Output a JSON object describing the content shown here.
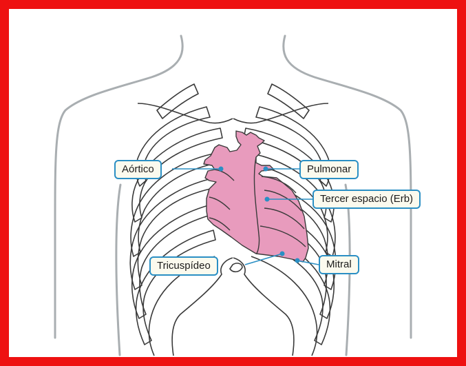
{
  "colors": {
    "frame": "#ee1111",
    "heart_fill": "#e89bbd",
    "heart_stroke": "#3a3a3a",
    "rib_stroke": "#3a3a3a",
    "body_outline": "#a9aeb1",
    "pointer": "#2a8fc4",
    "label_bg": "#fbfaee"
  },
  "labels": {
    "aortico": "Aórtico",
    "pulmonar": "Pulmonar",
    "tercer_espacio": "Tercer espacio (Erb)",
    "tricuspideo": "Tricuspídeo",
    "mitral": "Mitral"
  }
}
